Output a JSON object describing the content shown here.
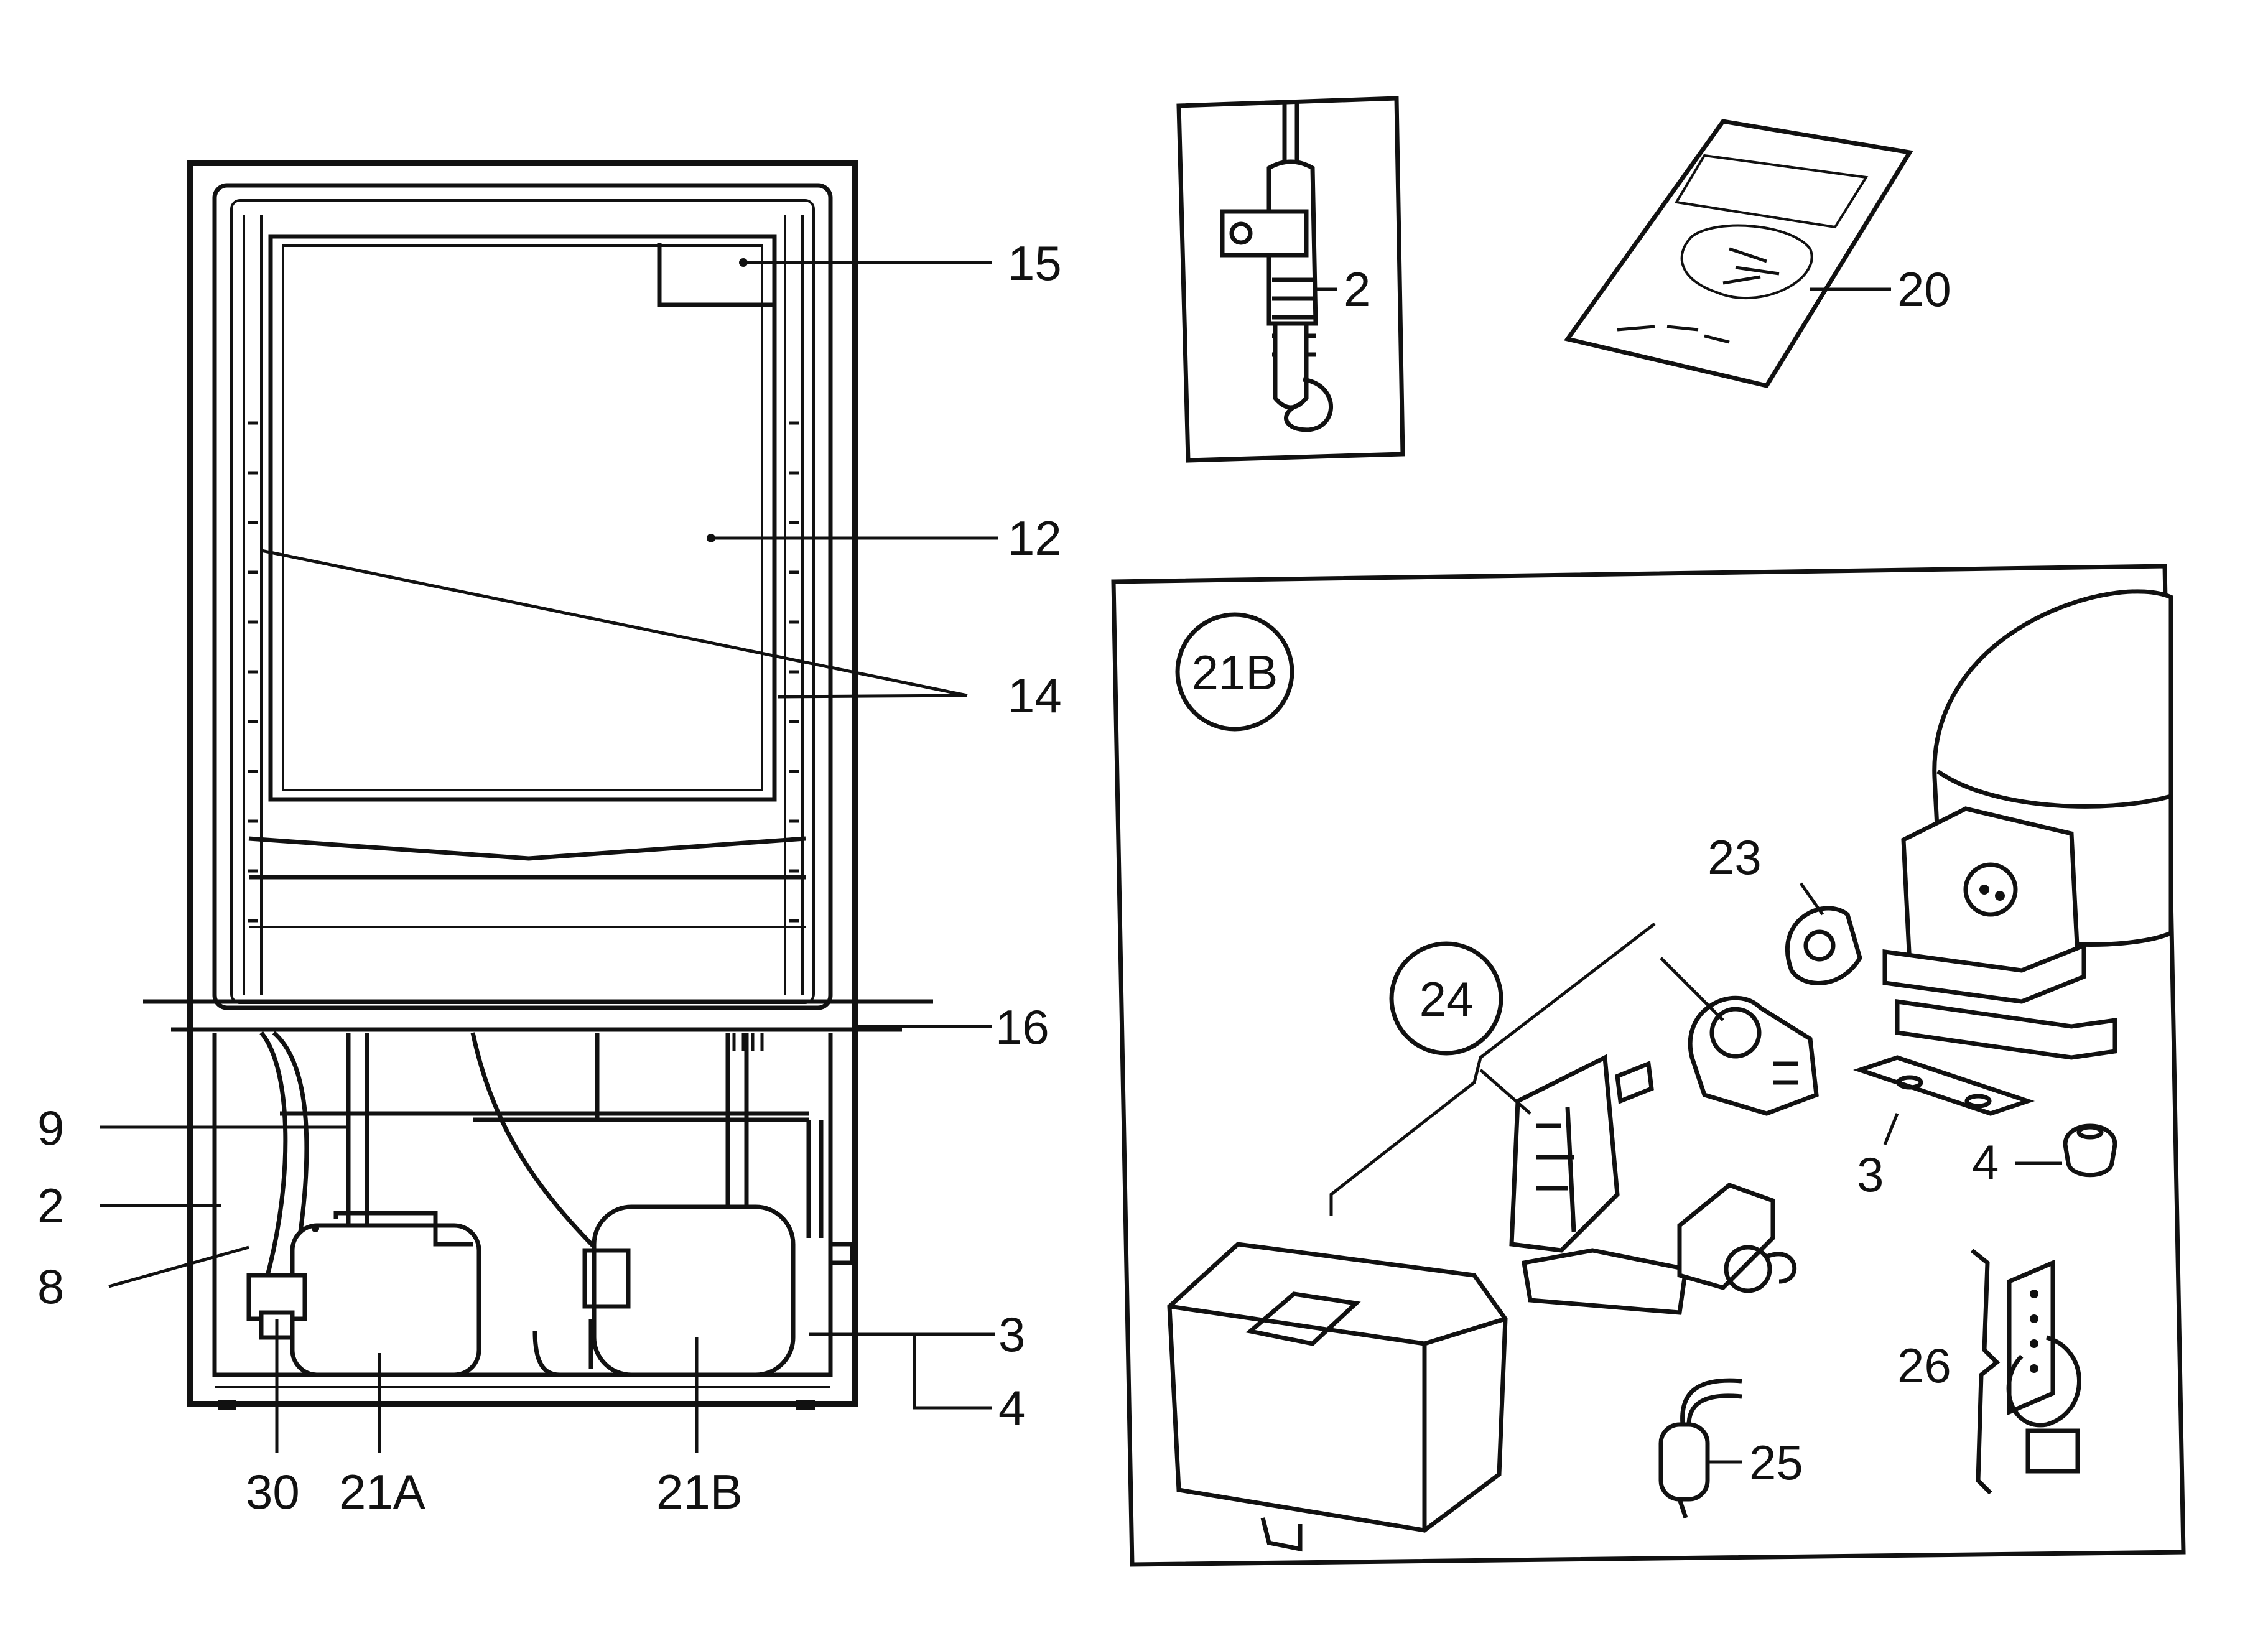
{
  "callouts": {
    "fridge": {
      "c15": "15",
      "c12": "12",
      "c14": "14",
      "c16": "16",
      "c9": "9",
      "c2": "2",
      "c8": "8",
      "c3": "3",
      "c4": "4",
      "c30": "30",
      "c21a": "21A",
      "c21b": "21B"
    },
    "inset_probe": {
      "c2": "2"
    },
    "manual": {
      "c20": "20"
    },
    "detail_21b": {
      "title": "21B",
      "c23": "23",
      "c24": "24",
      "c3": "3",
      "c4": "4",
      "c26": "26",
      "c25": "25"
    }
  }
}
